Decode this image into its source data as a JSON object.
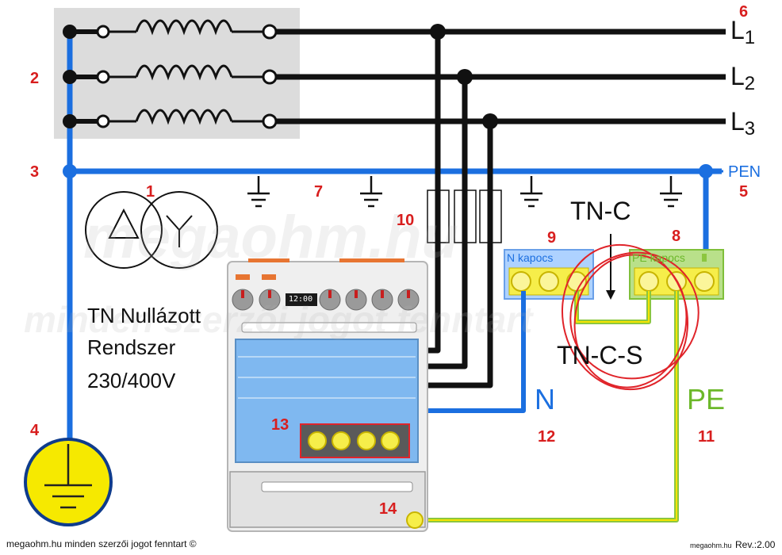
{
  "watermark": {
    "line1": "megaohm.hu",
    "line2": "minden szerzői jogot fenntart"
  },
  "numbers": {
    "n1": "1",
    "n2": "2",
    "n3": "3",
    "n4": "4",
    "n5": "5",
    "n6": "6",
    "n7": "7",
    "n8": "8",
    "n9": "9",
    "n10": "10",
    "n11": "11",
    "n12": "12",
    "n13": "13",
    "n14": "14"
  },
  "phases": [
    {
      "letter": "L",
      "index": "1"
    },
    {
      "letter": "L",
      "index": "2"
    },
    {
      "letter": "L",
      "index": "3"
    }
  ],
  "pen_label": "PEN",
  "system": {
    "line1": "TN Nullázott",
    "line2": "Rendszer",
    "line3": "230/400V"
  },
  "tn_c": "TN-C",
  "tn_c_s": "TN-C-S",
  "n_terminal": "N kapocs",
  "pe_terminal": "PE kapocs",
  "n_label": "N",
  "pe_label": "PE",
  "oven_clock": "12:00",
  "footer": "megaohm.hu minden szerzői jogot fenntart ©",
  "footer_right_site": "megaohm.hu",
  "revision": "Rev.:2.00",
  "colors": {
    "phase_wire": "#111111",
    "pen_wire": "#1b6fe0",
    "n_wire": "#1b6fe0",
    "pe_wire": "#8cc63f",
    "pe_stripe": "#f5e400",
    "label_red": "#d81e1e",
    "terminal_yellow": "#f6ee4a",
    "loop": "#e0242a"
  }
}
